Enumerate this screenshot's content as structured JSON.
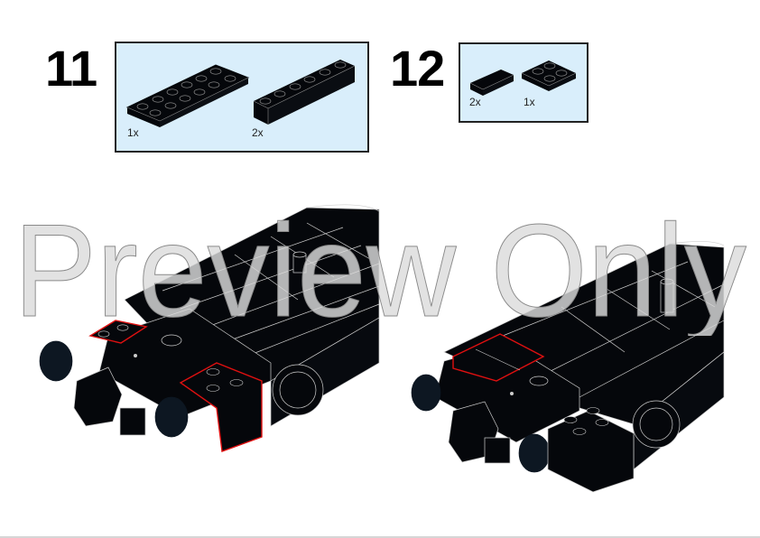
{
  "steps": [
    {
      "number": "11",
      "parts": [
        {
          "name": "plate-2x6",
          "qty": "1x",
          "color": "#05070b"
        },
        {
          "name": "brick-1x6",
          "qty": "2x",
          "color": "#05070b"
        }
      ]
    },
    {
      "number": "12",
      "parts": [
        {
          "name": "tile-1x2",
          "qty": "2x",
          "color": "#05070b"
        },
        {
          "name": "plate-2x2",
          "qty": "1x",
          "color": "#05070b"
        }
      ]
    }
  ],
  "watermark": {
    "text": "Preview Only"
  },
  "colors": {
    "parts_box_bg": "#d9eefb",
    "brick_black": "#05070b",
    "highlight_outline": "#e01010",
    "edge_lines": "#cfcfcf"
  }
}
